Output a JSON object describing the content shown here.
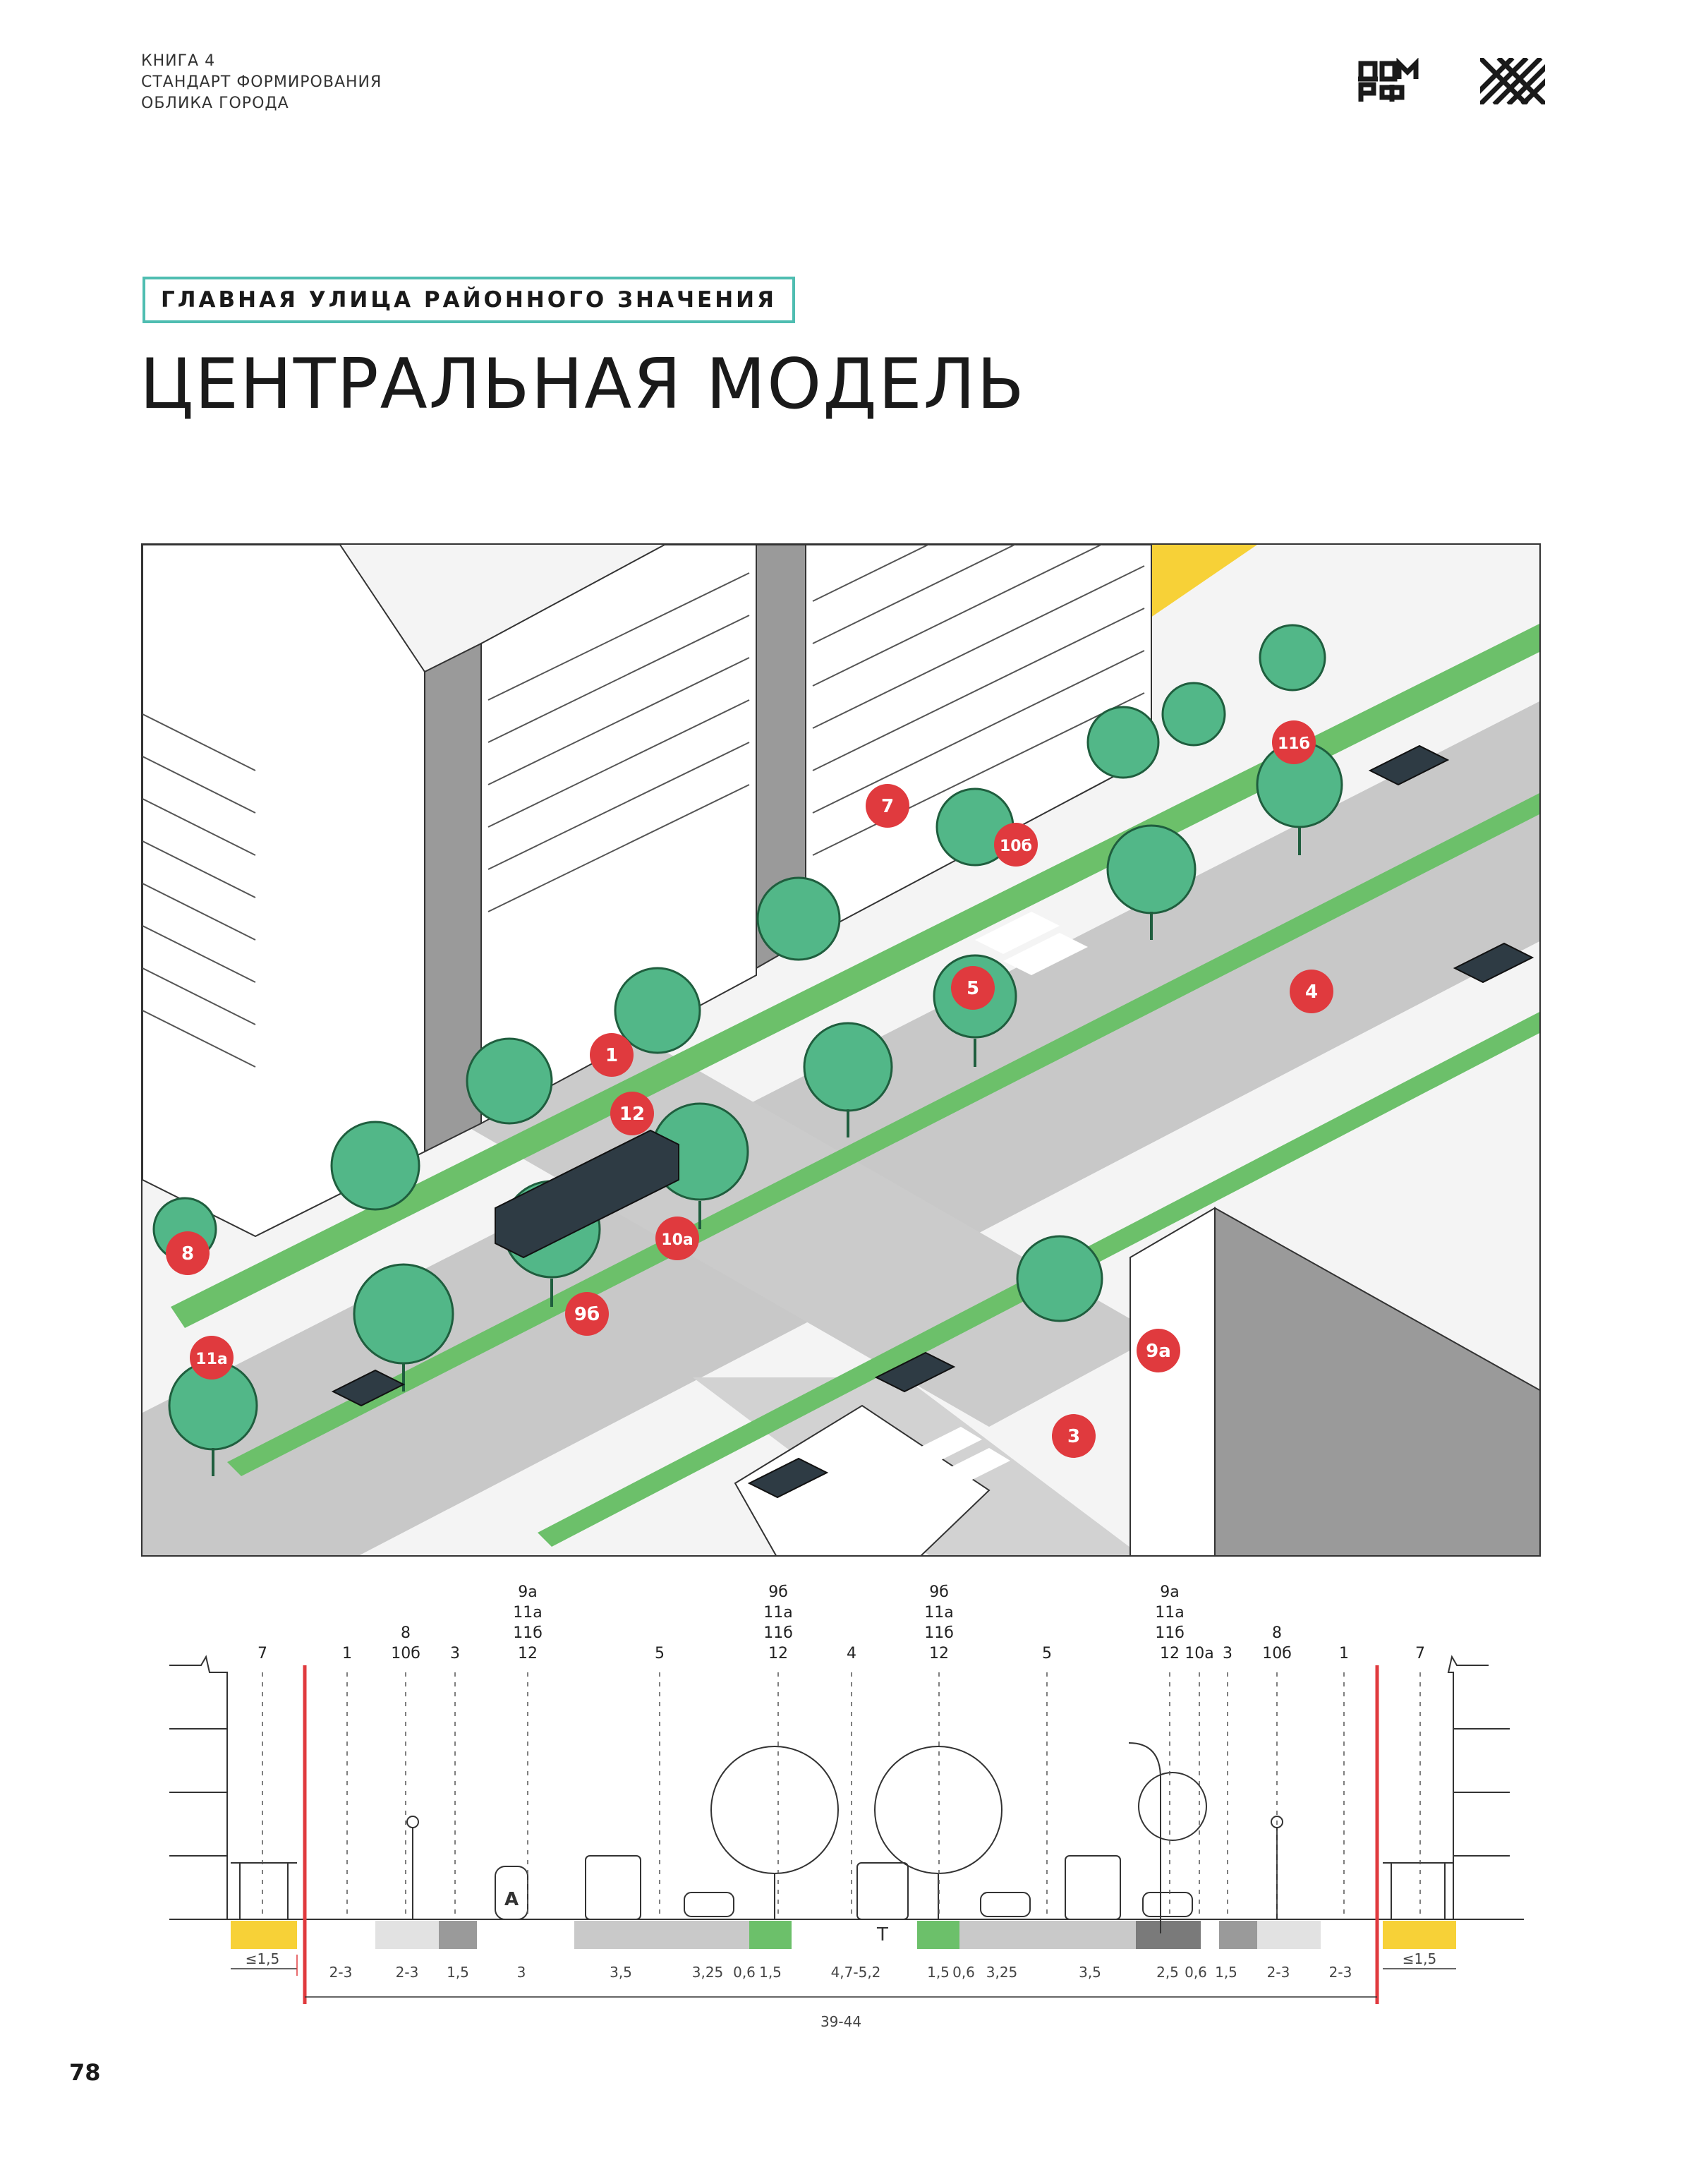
{
  "header": {
    "line1": "КНИГА 4",
    "line2": "СТАНДАРТ ФОРМИРОВАНИЯ",
    "line3": "ОБЛИКА ГОРОДА"
  },
  "logos": {
    "dom_rf": "ДОМ РФ",
    "pattern_icon": "hatched-square-icon"
  },
  "badge": "ГЛАВНАЯ УЛИЦА РАЙОННОГО ЗНАЧЕНИЯ",
  "title": "ЦЕНТРАЛЬНАЯ МОДЕЛЬ",
  "markers": [
    "1",
    "3",
    "4",
    "5",
    "7",
    "8",
    "9а",
    "9б",
    "10а",
    "10б",
    "11а",
    "11б",
    "12"
  ],
  "section": {
    "top_labels": [
      "7",
      "1",
      "8\n10б",
      "3",
      "9а\n11а\n11б\n12",
      "5",
      "9б\n11а\n11б\n12",
      "4",
      "9б\n11а\n11б\n12",
      "5",
      "9а\n11а\n11б\n12",
      "10а",
      "3",
      "8\n10б",
      "1",
      "7"
    ],
    "widths": [
      "≤1,5",
      "2-3",
      "2-3",
      "1,5",
      "3",
      "3,5",
      "3,25",
      "0,6",
      "1,5",
      "4,7-5,2",
      "1,5",
      "0,6",
      "3,25",
      "3,5",
      "2,5",
      "0,6",
      "1,5",
      "2-3",
      "2-3",
      "≤1,5"
    ],
    "total": "39-44",
    "stop_sign": "А",
    "tram_sign": "Т"
  },
  "page_number": "78",
  "colors": {
    "accent_teal": "#4fbdb1",
    "marker_red": "#e03a3e",
    "yellow": "#f7d137",
    "green": "#6cc06a",
    "tree": "#52b788"
  }
}
